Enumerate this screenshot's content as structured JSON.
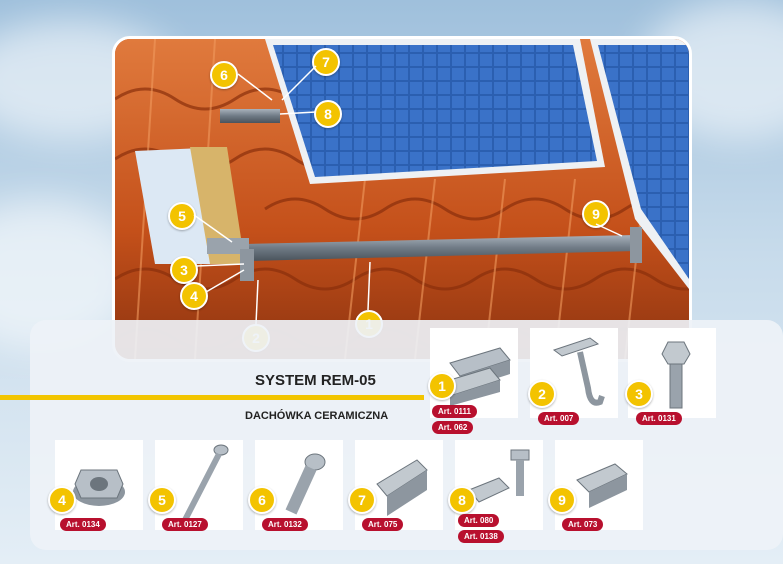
{
  "title": "SYSTEM REM-05",
  "subtitle": "DACHÓWKA CERAMICZNA",
  "callouts": [
    "1",
    "2",
    "3",
    "4",
    "5",
    "6",
    "7",
    "8",
    "9"
  ],
  "components": [
    {
      "num": "1",
      "arts": [
        "Art. 0111",
        "Art. 062"
      ]
    },
    {
      "num": "2",
      "arts": [
        "Art. 007"
      ]
    },
    {
      "num": "3",
      "arts": [
        "Art. 0131"
      ]
    },
    {
      "num": "4",
      "arts": [
        "Art. 0134"
      ]
    },
    {
      "num": "5",
      "arts": [
        "Art. 0127"
      ]
    },
    {
      "num": "6",
      "arts": [
        "Art. 0132"
      ]
    },
    {
      "num": "7",
      "arts": [
        "Art. 075"
      ]
    },
    {
      "num": "8",
      "arts": [
        "Art. 080",
        "Art. 0138"
      ]
    },
    {
      "num": "9",
      "arts": [
        "Art. 073"
      ]
    }
  ],
  "colors": {
    "badge": "#f3c300",
    "art_label": "#b8102e",
    "tile": "#c4581f",
    "solar": "#2b5fb0",
    "accent_bar": "#f2c500"
  }
}
